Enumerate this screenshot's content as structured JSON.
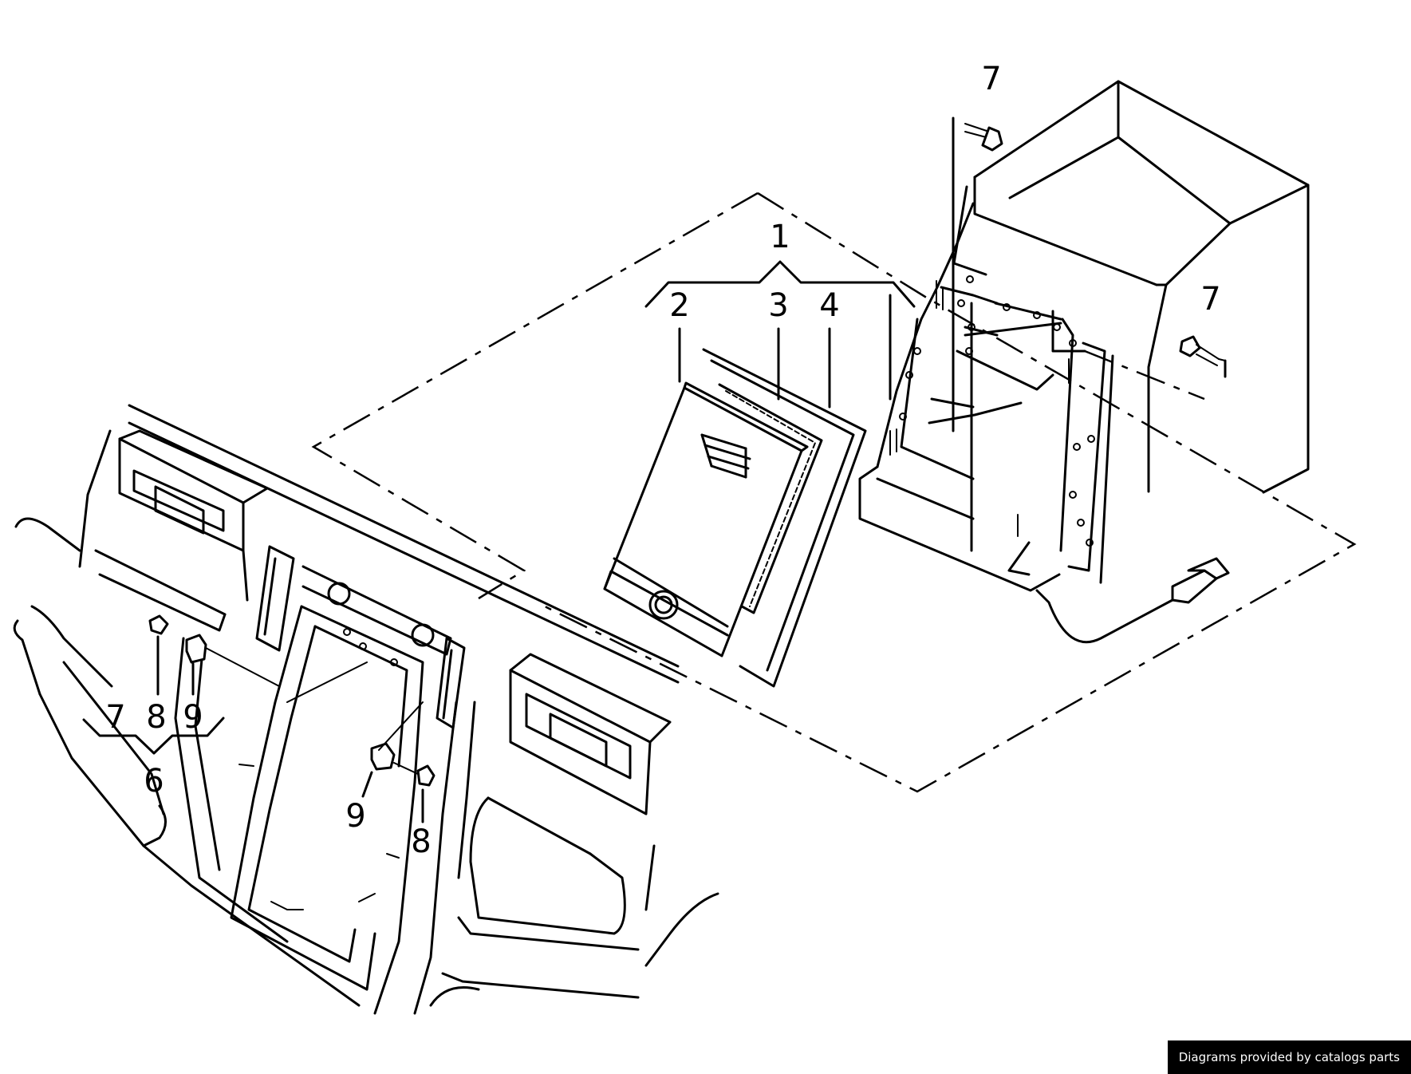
{
  "diagram": {
    "callouts": {
      "c1": "1",
      "c2": "2",
      "c3": "3",
      "c4": "4",
      "c6": "6",
      "c7_top": "7",
      "c7_right": "7",
      "c7_left": "7",
      "c8_left": "8",
      "c8_center": "8",
      "c9_left": "9",
      "c9_center": "9"
    }
  },
  "footer": {
    "credit": "Diagrams provided by catalogs parts"
  }
}
